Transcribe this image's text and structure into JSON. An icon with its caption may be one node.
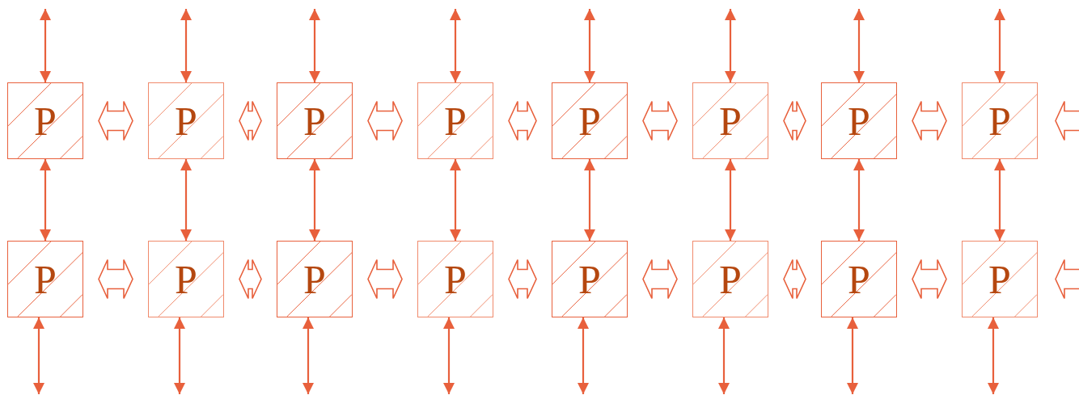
{
  "diagram": {
    "nodes": [
      {
        "text": [
          "P"
        ]
      },
      {
        "text": [
          "P"
        ]
      },
      {
        "text": [
          "P"
        ]
      },
      {
        "text": [
          "P"
        ]
      },
      {
        "text": [
          "P"
        ]
      },
      {
        "text": [
          "P"
        ]
      },
      {
        "text": [
          "P"
        ]
      },
      {
        "text": [
          "P"
        ]
      },
      {
        "text": [
          "P"
        ]
      },
      {
        "text": [
          "P"
        ]
      },
      {
        "text": [
          "P"
        ]
      },
      {
        "text": [
          "P"
        ]
      },
      {
        "text": [
          "P"
        ]
      },
      {
        "text": [
          "P"
        ]
      },
      {
        "text": [
          "P"
        ]
      },
      {
        "text": [
          "P"
        ]
      }
    ],
    "edges": [
      {
        "from": null,
        "to": 0,
        "arrow": "both"
      },
      {
        "from": 0,
        "to": 8,
        "arrow": "both"
      },
      {
        "from": 8,
        "to": null,
        "arrow": "both"
      },
      {
        "from": null,
        "to": 1,
        "arrow": "both"
      },
      {
        "from": 1,
        "to": 9,
        "arrow": "both"
      },
      {
        "from": 9,
        "to": null,
        "arrow": "both"
      },
      {
        "from": null,
        "to": 2,
        "arrow": "both"
      },
      {
        "from": 2,
        "to": 10,
        "arrow": "both"
      },
      {
        "from": 10,
        "to": null,
        "arrow": "both"
      },
      {
        "from": null,
        "to": 3,
        "arrow": "both"
      },
      {
        "from": 3,
        "to": 11,
        "arrow": "both"
      },
      {
        "from": 11,
        "to": null,
        "arrow": "both"
      },
      {
        "from": null,
        "to": 4,
        "arrow": "both"
      },
      {
        "from": 4,
        "to": 12,
        "arrow": "both"
      },
      {
        "from": 12,
        "to": null,
        "arrow": "both"
      },
      {
        "from": null,
        "to": 5,
        "arrow": "both"
      },
      {
        "from": 5,
        "to": 13,
        "arrow": "both"
      },
      {
        "from": 13,
        "to": null,
        "arrow": "both"
      },
      {
        "from": null,
        "to": 6,
        "arrow": "both"
      },
      {
        "from": 6,
        "to": 14,
        "arrow": "both"
      },
      {
        "from": 14,
        "to": null,
        "arrow": "both"
      },
      {
        "from": null,
        "to": 7,
        "arrow": "both"
      },
      {
        "from": 7,
        "to": 15,
        "arrow": "both"
      },
      {
        "from": 15,
        "to": null,
        "arrow": "both"
      },
      {
        "from": 0,
        "to": 1,
        "arrow": "both"
      },
      {
        "from": 1,
        "to": 2,
        "arrow": "both"
      },
      {
        "from": 2,
        "to": 3,
        "arrow": "both"
      },
      {
        "from": 3,
        "to": 4,
        "arrow": "both"
      },
      {
        "from": 4,
        "to": 5,
        "arrow": "both"
      },
      {
        "from": 5,
        "to": 6,
        "arrow": "both"
      },
      {
        "from": 6,
        "to": 7,
        "arrow": "both"
      },
      {
        "from": 7,
        "to": null,
        "arrow": "both"
      },
      {
        "from": 8,
        "to": 9,
        "arrow": "both"
      },
      {
        "from": 9,
        "to": 10,
        "arrow": "both"
      },
      {
        "from": 10,
        "to": 11,
        "arrow": "both"
      },
      {
        "from": 11,
        "to": 12,
        "arrow": "both"
      },
      {
        "from": 12,
        "to": 13,
        "arrow": "both"
      },
      {
        "from": 13,
        "to": 14,
        "arrow": "both"
      },
      {
        "from": 14,
        "to": 15,
        "arrow": "both"
      },
      {
        "from": 15,
        "to": null,
        "arrow": "both"
      }
    ]
  }
}
